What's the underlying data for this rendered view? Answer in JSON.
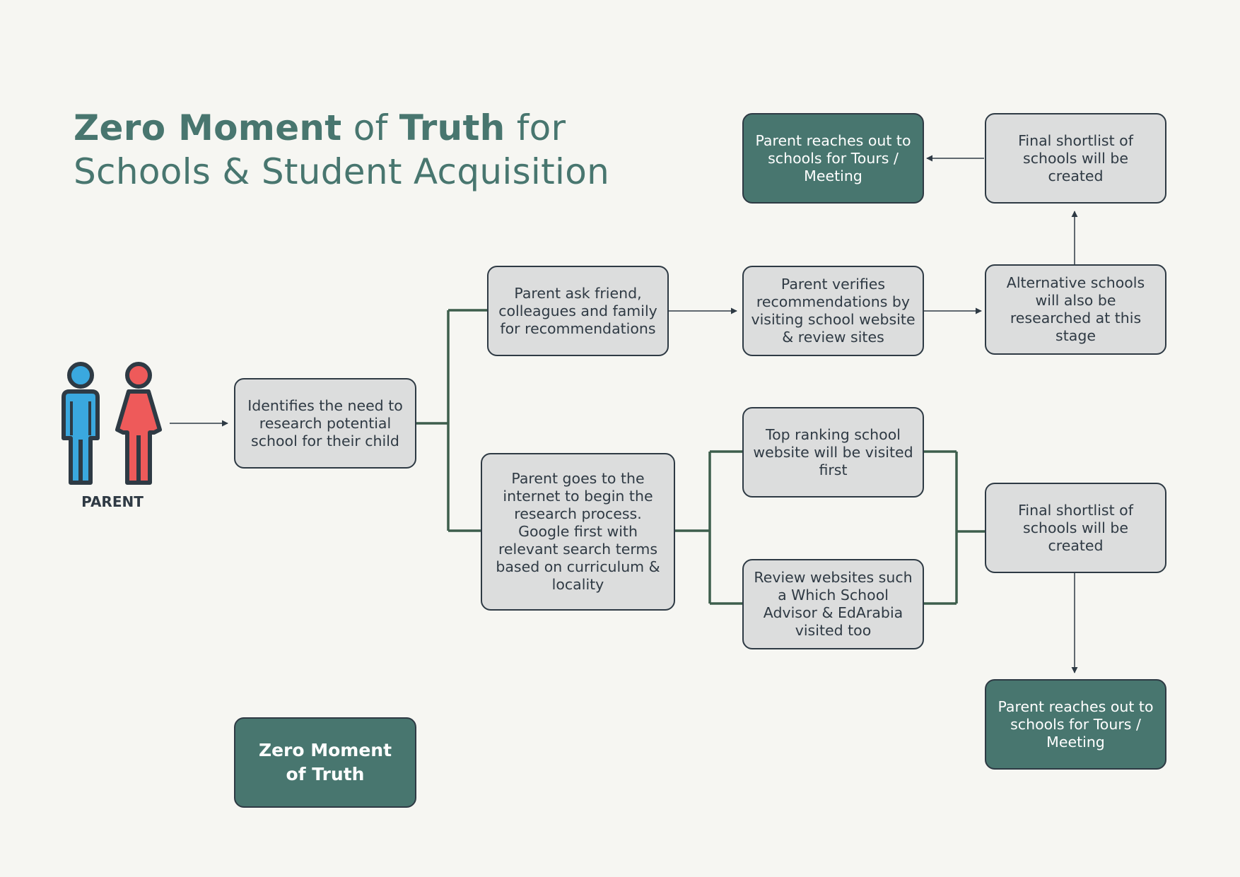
{
  "title": {
    "part1": "Zero Moment",
    "part2": " of ",
    "part3": "Truth",
    "part4": " for",
    "line2": "Schools & Student Acquisition"
  },
  "parent": {
    "label": "PARENT"
  },
  "nodes": {
    "identify": "Identifies the need to research potential school for their child",
    "ask_friends": "Parent ask friend, colleagues and family for recommendations",
    "verify": "Parent verifies recommendations by visiting school website & review sites",
    "alternative": "Alternative schools will also be researched at this stage",
    "shortlist_top": "Final shortlist of schools will be created",
    "reach_out_top": "Parent reaches out to schools for Tours / Meeting",
    "internet": "Parent goes to the internet to begin the research process. Google first with relevant search terms based on curriculum & locality",
    "top_ranking": "Top ranking school website will be visited first",
    "review_sites": "Review websites such a Which School Advisor & EdArabia visited too",
    "shortlist_bottom": "Final shortlist of schools will be created",
    "reach_out_bottom": "Parent reaches out to schools for Tours / Meeting"
  },
  "legend": {
    "label": "Zero Moment of Truth"
  },
  "colors": {
    "teal": "#48766f",
    "box_fill": "#dcdddd",
    "border": "#2e3a44",
    "bracket": "#3d5e4c",
    "male": "#3aa8df",
    "female": "#ee5a5a",
    "background": "#f6f6f2"
  }
}
